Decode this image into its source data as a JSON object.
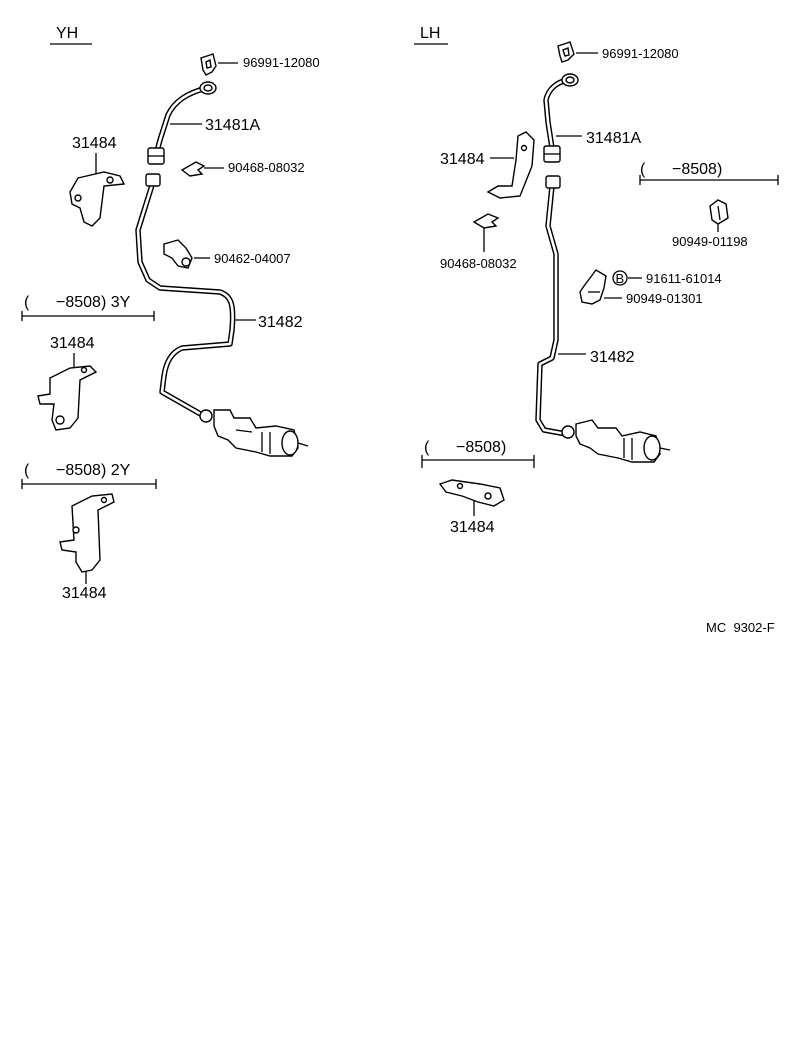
{
  "yh_section": {
    "title": "YH",
    "labels": {
      "clip_top": "96991-12080",
      "hose": "31481A",
      "clip_mid": "90468-08032",
      "bracket_clamp": "90462-04007",
      "tube": "31482",
      "bracket_main": "31484",
      "bracket_3y": "31484",
      "bracket_2y": "31484"
    },
    "variant_3y": "(      −8508) 3Y",
    "variant_2y": "(      −8508) 2Y"
  },
  "lh_section": {
    "title": "LH",
    "labels": {
      "clip_top": "96991-12080",
      "hose": "31481A",
      "bracket_main": "31484",
      "clip_mid": "90468-08032",
      "clamp_small": "90949-01198",
      "bolt": "91611-61014",
      "clamp_bracket": "90949-01301",
      "tube": "31482",
      "bracket_var": "31484"
    },
    "bolt_marker": "B",
    "variant_clamp": "(      −8508)",
    "variant_bracket": "(      −8508)"
  },
  "footer_code": "MC  9302-F"
}
